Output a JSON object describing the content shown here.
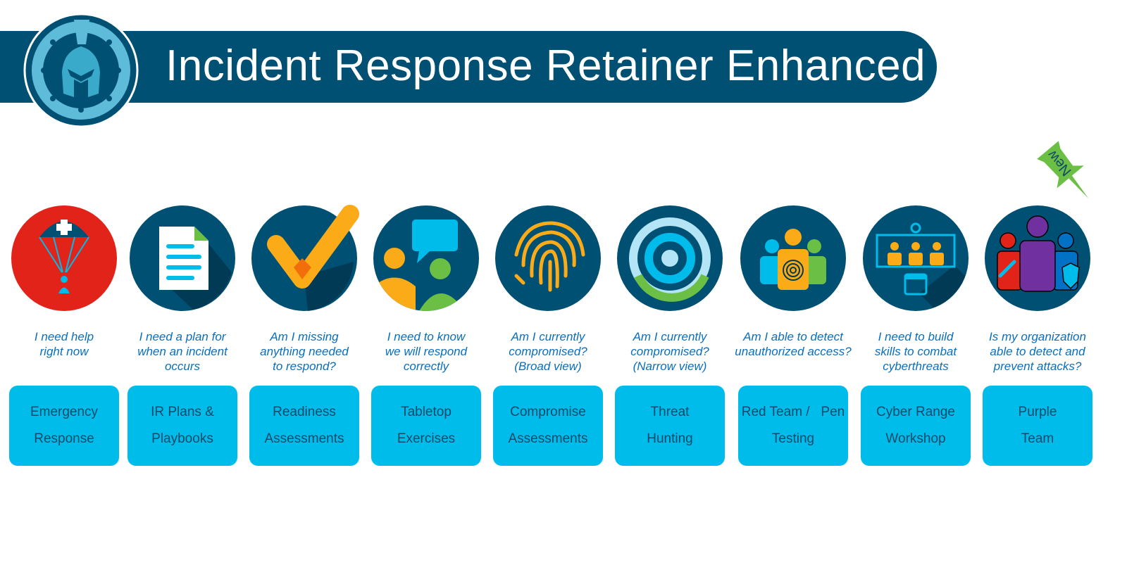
{
  "header": {
    "title": "Incident Response Retainer Enhanced"
  },
  "badge": {
    "new_label": "New"
  },
  "services": [
    {
      "question": [
        "I need help",
        "right now"
      ],
      "button": [
        "Emergency",
        "Response"
      ],
      "icon": "parachute-icon"
    },
    {
      "question": [
        "I need a plan for",
        "when an incident",
        "occurs"
      ],
      "button": [
        "IR Plans &",
        "Playbooks"
      ],
      "icon": "document-icon"
    },
    {
      "question": [
        "Am I missing",
        "anything needed",
        "to respond?"
      ],
      "button": [
        "Readiness",
        "Assessments"
      ],
      "icon": "checkmark-icon"
    },
    {
      "question": [
        "I need to know",
        "we will respond",
        "correctly"
      ],
      "button": [
        "Tabletop",
        "Exercises"
      ],
      "icon": "discussion-icon"
    },
    {
      "question": [
        "Am I currently",
        "compromised?",
        "(Broad view)"
      ],
      "button": [
        "Compromise",
        "Assessments"
      ],
      "icon": "fingerprint-icon"
    },
    {
      "question": [
        "Am I currently",
        "compromised?",
        "(Narrow view)"
      ],
      "button": [
        "Threat",
        "Hunting"
      ],
      "icon": "target-icon"
    },
    {
      "question": [
        "Am I able to detect",
        "unauthorized access?"
      ],
      "button": [
        "Red Team /   Pen",
        "Testing"
      ],
      "icon": "team-fingerprint-icon"
    },
    {
      "question": [
        "I need to build",
        "skills to combat",
        "cyberthreats"
      ],
      "button": [
        "Cyber Range",
        "Workshop"
      ],
      "icon": "training-room-icon"
    },
    {
      "question": [
        "Is my organization",
        "able to detect and",
        "prevent attacks?"
      ],
      "button": [
        "Purple",
        "Team"
      ],
      "icon": "purple-team-icon"
    }
  ],
  "colors": {
    "navy": "#005073",
    "cyan": "#00bceb",
    "question_text": "#0a6ebd"
  }
}
